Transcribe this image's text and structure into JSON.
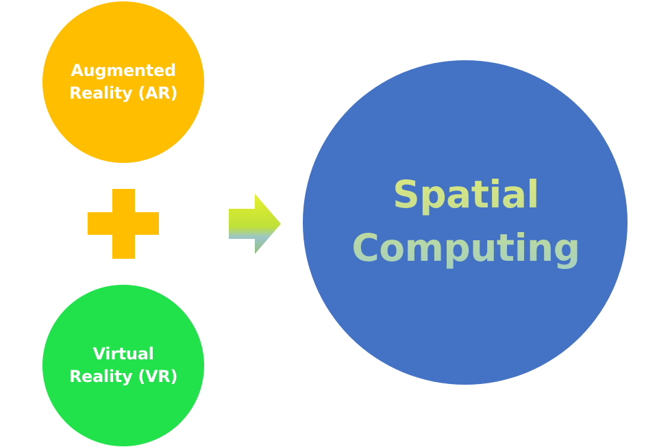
{
  "ar_circle": {
    "line1": "Augmented",
    "line2": "Reality (AR)",
    "color": "#FFBE00"
  },
  "vr_circle": {
    "line1": "Virtual",
    "line2": "Reality (VR)",
    "color": "#22E24B"
  },
  "plus_sign": {
    "icon": "plus-icon",
    "color": "#FFBE00"
  },
  "arrow": {
    "icon": "right-arrow-icon",
    "gradient_top": "#E6F02A",
    "gradient_bottom": "#9CC6C8"
  },
  "result_circle": {
    "line1": "Spatial",
    "line2": "Computing",
    "color": "#4472C4",
    "text_gradient": [
      "#DDE97A",
      "#A3CFC2"
    ]
  }
}
